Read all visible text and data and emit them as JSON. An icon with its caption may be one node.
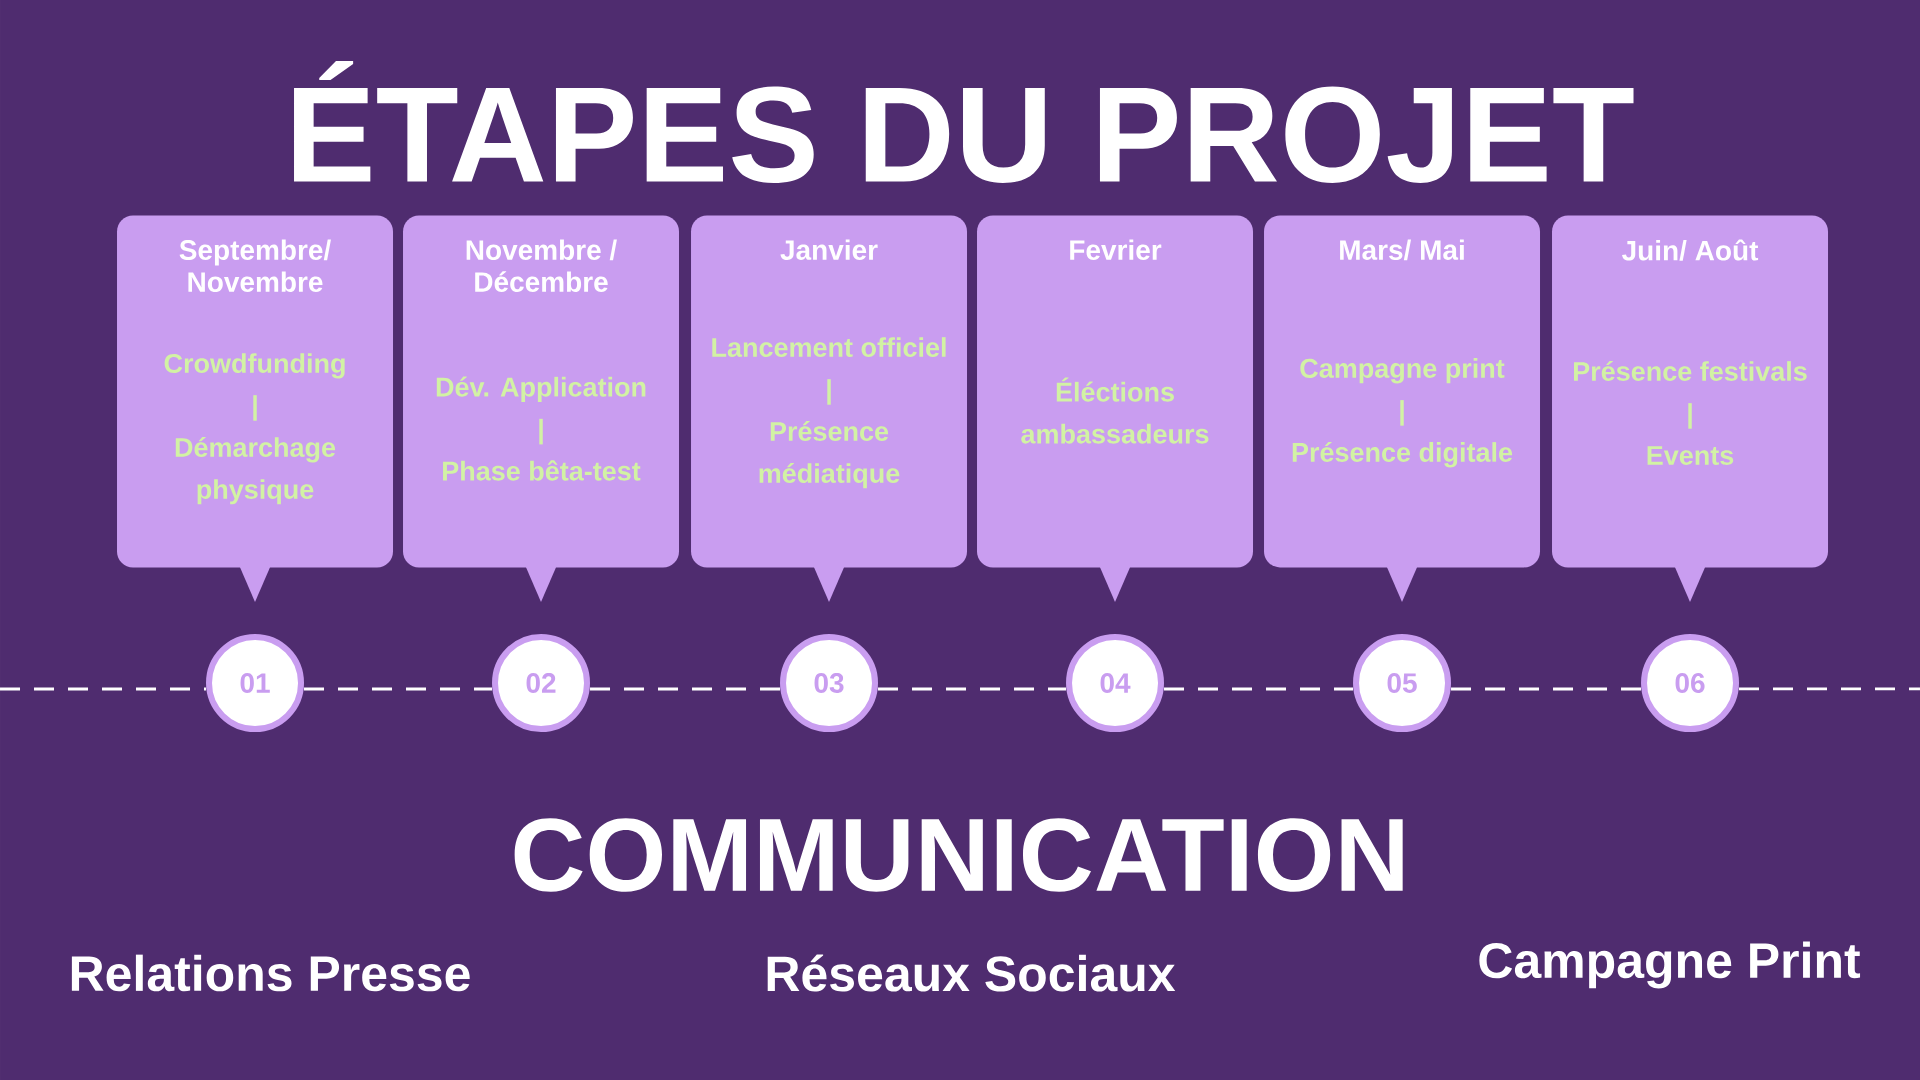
{
  "diagram": {
    "title": "ÉTAPES DU PROJET",
    "nodes": [
      {
        "text": [
          "Septembre/ Novembre",
          "Crowdfunding",
          "|",
          "Démarchage physique"
        ]
      },
      {
        "text": [
          "Novembre / Décembre",
          "Dév. Application",
          "|",
          "Phase bêta-test"
        ]
      },
      {
        "text": [
          "Janvier",
          "Lancement officiel",
          "|",
          "Présence médiatique"
        ]
      },
      {
        "text": [
          "Fevrier",
          "Éléctions ambassadeurs"
        ]
      },
      {
        "text": [
          "Mars/ Mai",
          "Campagne print",
          "|",
          "Présence digitale"
        ]
      },
      {
        "text": [
          "Juin/ Août",
          "Présence festivals",
          "|",
          "Events"
        ]
      },
      {
        "text": [
          "01"
        ]
      },
      {
        "text": [
          "02"
        ]
      },
      {
        "text": [
          "03"
        ]
      },
      {
        "text": [
          "04"
        ]
      },
      {
        "text": [
          "05"
        ]
      },
      {
        "text": [
          "06"
        ]
      }
    ],
    "edges": [
      {
        "from": 6,
        "to": 7,
        "arrow": "none",
        "style": "dashed"
      },
      {
        "from": 7,
        "to": 8,
        "arrow": "none",
        "style": "dashed"
      },
      {
        "from": 8,
        "to": 9,
        "arrow": "none",
        "style": "dashed"
      },
      {
        "from": 9,
        "to": 10,
        "arrow": "none",
        "style": "dashed"
      },
      {
        "from": 10,
        "to": 11,
        "arrow": "none",
        "style": "dashed"
      }
    ],
    "labels": [
      "COMMUNICATION",
      "Relations Presse",
      "Réseaux Sociaux",
      "Campagne Print"
    ]
  }
}
